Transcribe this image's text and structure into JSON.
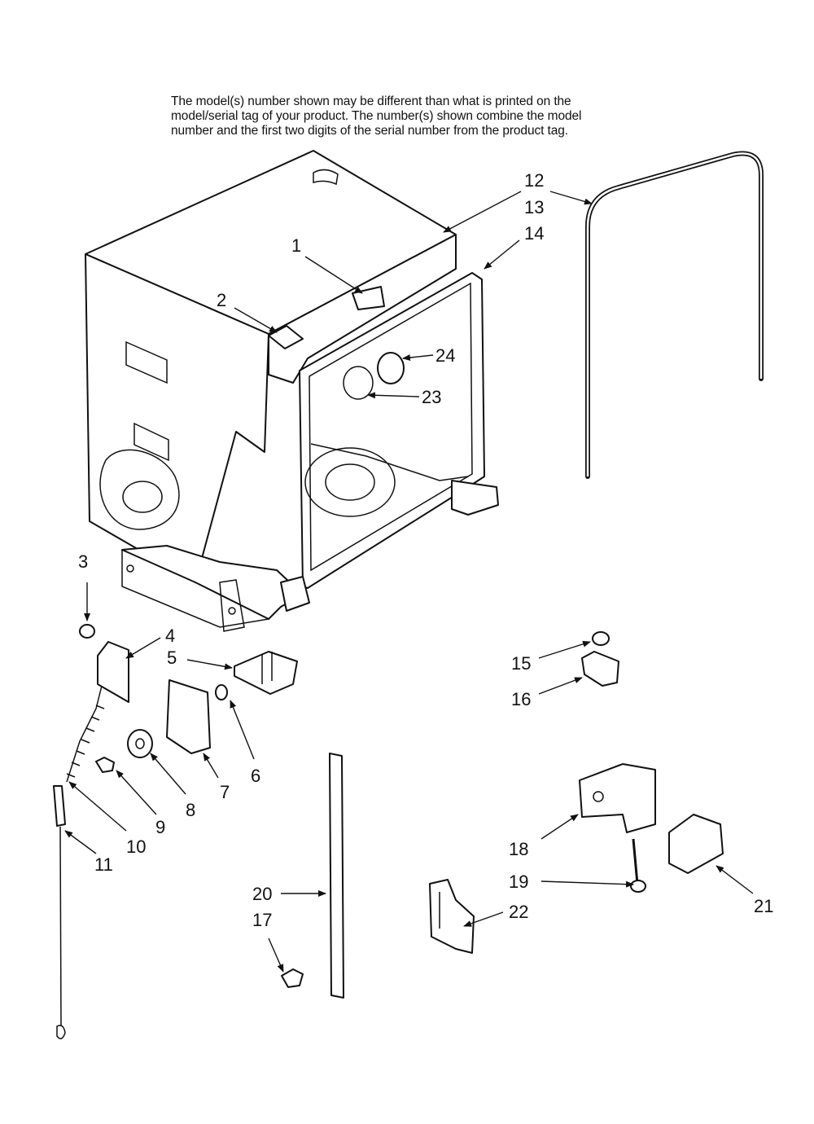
{
  "note": {
    "lines": [
      "The model(s) number shown may be different than what is printed on the",
      "model/serial tag of your product. The number(s) shown combine the model",
      "number and the first two digits of the serial number from the product tag."
    ]
  },
  "callouts": [
    "1",
    "2",
    "3",
    "4",
    "5",
    "6",
    "7",
    "8",
    "9",
    "10",
    "11",
    "12",
    "13",
    "14",
    "15",
    "16",
    "17",
    "18",
    "19",
    "20",
    "21",
    "22",
    "23",
    "24"
  ],
  "colors": {
    "ink": "#111111",
    "paper": "#ffffff"
  }
}
